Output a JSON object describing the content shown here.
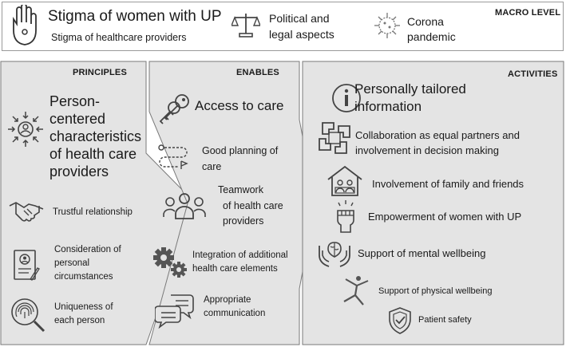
{
  "macro": {
    "stigma_title": "Stigma of women with UP",
    "stigma_sub": "Stigma of healthcare providers",
    "political": [
      "Political and",
      "legal aspects"
    ],
    "corona": [
      "Corona",
      "pandemic"
    ],
    "level": "MACRO LEVEL"
  },
  "principles": {
    "header": "PRINCIPLES",
    "main": [
      "Person-",
      "centered",
      "characteristics",
      "of health care",
      "providers"
    ],
    "items": [
      [
        "Trustful relationship"
      ],
      [
        "Consideration of",
        "personal",
        "circumstances"
      ],
      [
        "Uniqueness of",
        "each person"
      ]
    ]
  },
  "enables": {
    "header": "ENABLES",
    "access": "Access to care",
    "planning": [
      "Good planning of",
      "care"
    ],
    "teamwork": [
      "Teamwork",
      "of health care",
      "providers"
    ],
    "integration": [
      "Integration of additional",
      "health care elements"
    ],
    "communication": [
      "Appropriate",
      "communication"
    ]
  },
  "activities": {
    "header": "ACTIVITIES",
    "info": [
      "Personally tailored",
      "information"
    ],
    "collab": [
      "Collaboration as equal partners and",
      "involvement in decision making"
    ],
    "family": "Involvement of family and friends",
    "empower": "Empowerment of women with UP",
    "mental": "Support of mental wellbeing",
    "physical": "Support of physical wellbeing",
    "safety": "Patient safety"
  }
}
